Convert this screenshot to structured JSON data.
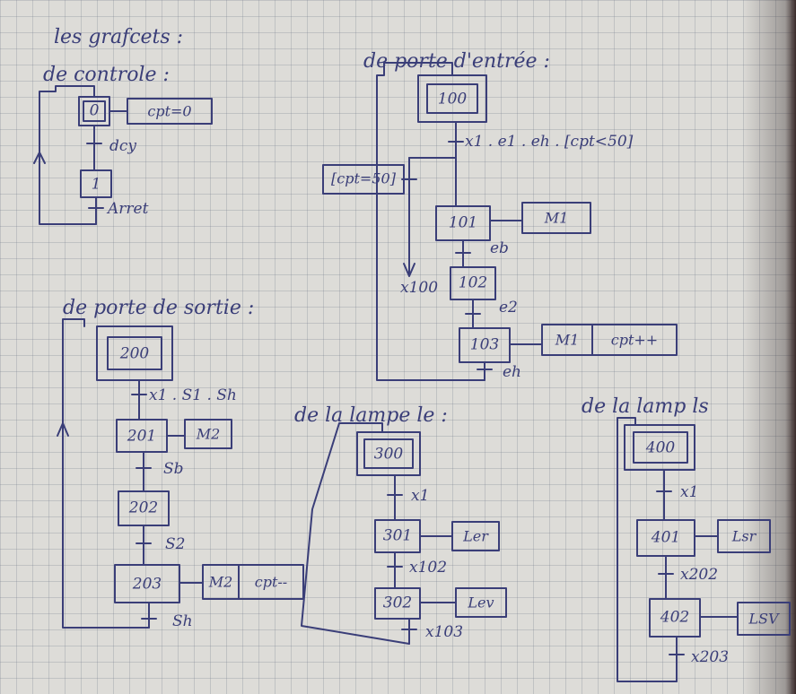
{
  "title": "les grafcets :",
  "headings": {
    "controle": "de controle :",
    "entree": "de porte d'entrée :",
    "sortie": "de porte de sortie :",
    "lampe_le": "de la lampe le :",
    "lampe_ls": "de la lamp ls"
  },
  "controle": {
    "step0": "0",
    "action0": "cpt=0",
    "t1": "dcy",
    "step1": "1",
    "t2": "Arret"
  },
  "entree": {
    "step100": "100",
    "t1": "x1 . e1 . eh . [cpt<50]",
    "t_alt": "[cpt=50]",
    "step101": "101",
    "action101": "M1",
    "t2": "eb",
    "t_jump": "x100",
    "step102": "102",
    "t3": "e2",
    "step103": "103",
    "action103a": "M1",
    "action103b": "cpt++",
    "t4": "eh"
  },
  "sortie": {
    "step200": "200",
    "t1": "x1 . S1 . Sh",
    "step201": "201",
    "action201": "M2",
    "t2": "Sb",
    "step202": "202",
    "t3": "S2",
    "step203": "203",
    "action203a": "M2",
    "action203b": "cpt--",
    "t4": "Sh"
  },
  "lampe_le": {
    "step300": "300",
    "t1": "x1",
    "step301": "301",
    "action301": "Ler",
    "t2": "x102",
    "step302": "302",
    "action302": "Lev",
    "t3": "x103"
  },
  "lampe_ls": {
    "step400": "400",
    "t1": "x1",
    "step401": "401",
    "action401": "Lsr",
    "t2": "x202",
    "step402": "402",
    "action402": "LSV",
    "t3": "x203"
  },
  "colors": {
    "ink": "#3a3e78",
    "paper": "#dddcd8",
    "grid": "#8a8fa0"
  }
}
